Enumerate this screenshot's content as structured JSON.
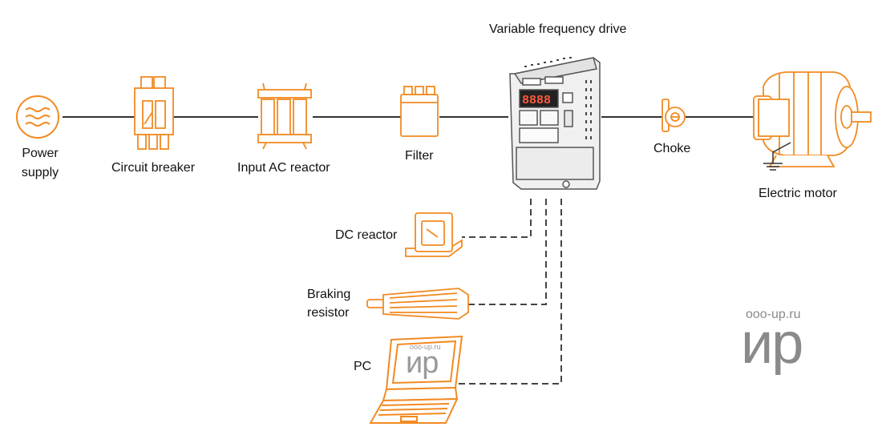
{
  "title": "Variable frequency drive",
  "components": {
    "power_supply": "Power\nsupply",
    "circuit_breaker": "Circuit breaker",
    "input_ac_reactor": "Input AC reactor",
    "filter": "Filter",
    "choke": "Choke",
    "electric_motor": "Electric motor",
    "dc_reactor": "DC reactor",
    "braking_resistor": "Braking\nresistor",
    "pc": "PC"
  },
  "watermark": {
    "url": "ooo-up.ru",
    "logo": "ир"
  },
  "vfd_display": "8888",
  "colors": {
    "accent": "#f28a22",
    "line": "#333333",
    "text": "#111111",
    "watermark": "#8a8a8a"
  },
  "icons": [
    "ac-source-icon",
    "circuit-breaker-icon",
    "ac-reactor-icon",
    "filter-icon",
    "vfd-icon",
    "choke-icon",
    "electric-motor-icon",
    "ground-icon",
    "dc-reactor-icon",
    "braking-resistor-icon",
    "laptop-icon"
  ]
}
